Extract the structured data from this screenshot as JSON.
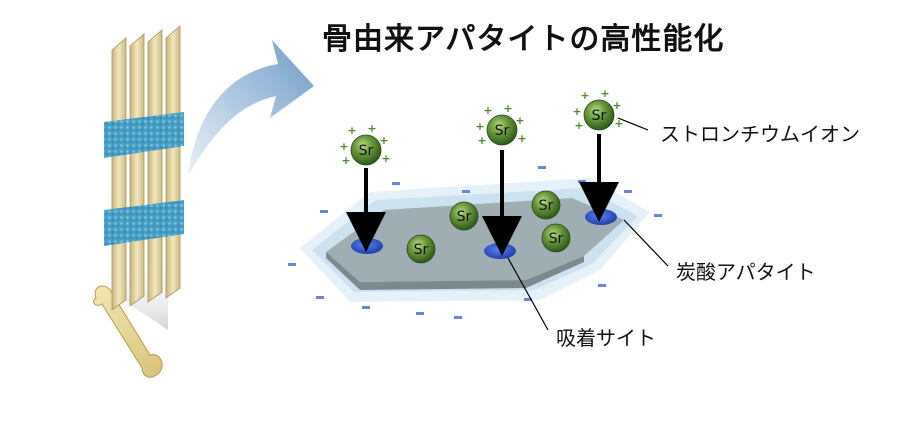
{
  "title": "骨由来アパタイトの高性能化",
  "labels": {
    "strontium_ion": "ストロンチウムイオン",
    "carbonate_apatite": "炭酸アパタイト",
    "adsorption_site": "吸着サイト"
  },
  "ion_symbol": "Sr",
  "charge_plus": "+",
  "charge_minus": "-",
  "colors": {
    "ion_green": "#4f8a2a",
    "site_blue": "#2f55c9",
    "crystal": "#9fb4b6",
    "fiber": "#e8d9a6",
    "collagen_blue": "#4aa7cf",
    "arrow_blue": "#8fb4d8"
  },
  "icons": [
    "bone-icon",
    "collagen-fiber-icon",
    "curved-arrow-icon",
    "crystal-icon"
  ]
}
